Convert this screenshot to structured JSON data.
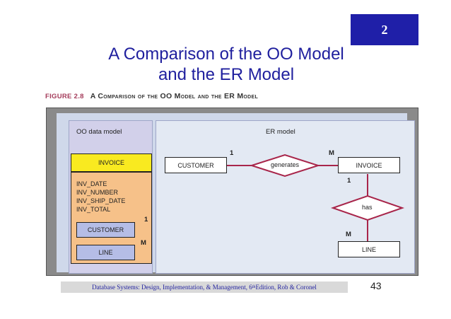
{
  "chapter_number": "2",
  "title_lines": [
    "A Comparison of the OO Model",
    "and the ER Model"
  ],
  "figure": {
    "number": "FIGURE 2.8",
    "caption": "A Comparison of the OO Model and the ER Model"
  },
  "oo_model": {
    "title": "OO data model",
    "object": "INVOICE",
    "attributes": [
      "INV_DATE",
      "INV_NUMBER",
      "INV_SHIP_DATE",
      "INV_TOTAL"
    ],
    "customer": "CUSTOMER",
    "line": "LINE",
    "card_one": "1",
    "card_many": "M"
  },
  "er_model": {
    "title": "ER model",
    "customer": "CUSTOMER",
    "invoice": "INVOICE",
    "line": "LINE",
    "rel_generates": "generates",
    "rel_has": "has",
    "card_customer": "1",
    "card_invoice_m": "M",
    "card_invoice_1": "1",
    "card_line_m": "M"
  },
  "footer": {
    "pre": "Database Systems: Design, Implementation, & Management, 6",
    "sup": "th",
    "post": " Edition, Rob & Coronel"
  },
  "page_number": "43",
  "colors": {
    "title_blue": "#1f1f9e",
    "invoice_yellow": "#f9ea20",
    "attr_orange": "#f6c189",
    "sub_object_blue": "#b5bde6",
    "relationship_red": "#a8254a"
  }
}
